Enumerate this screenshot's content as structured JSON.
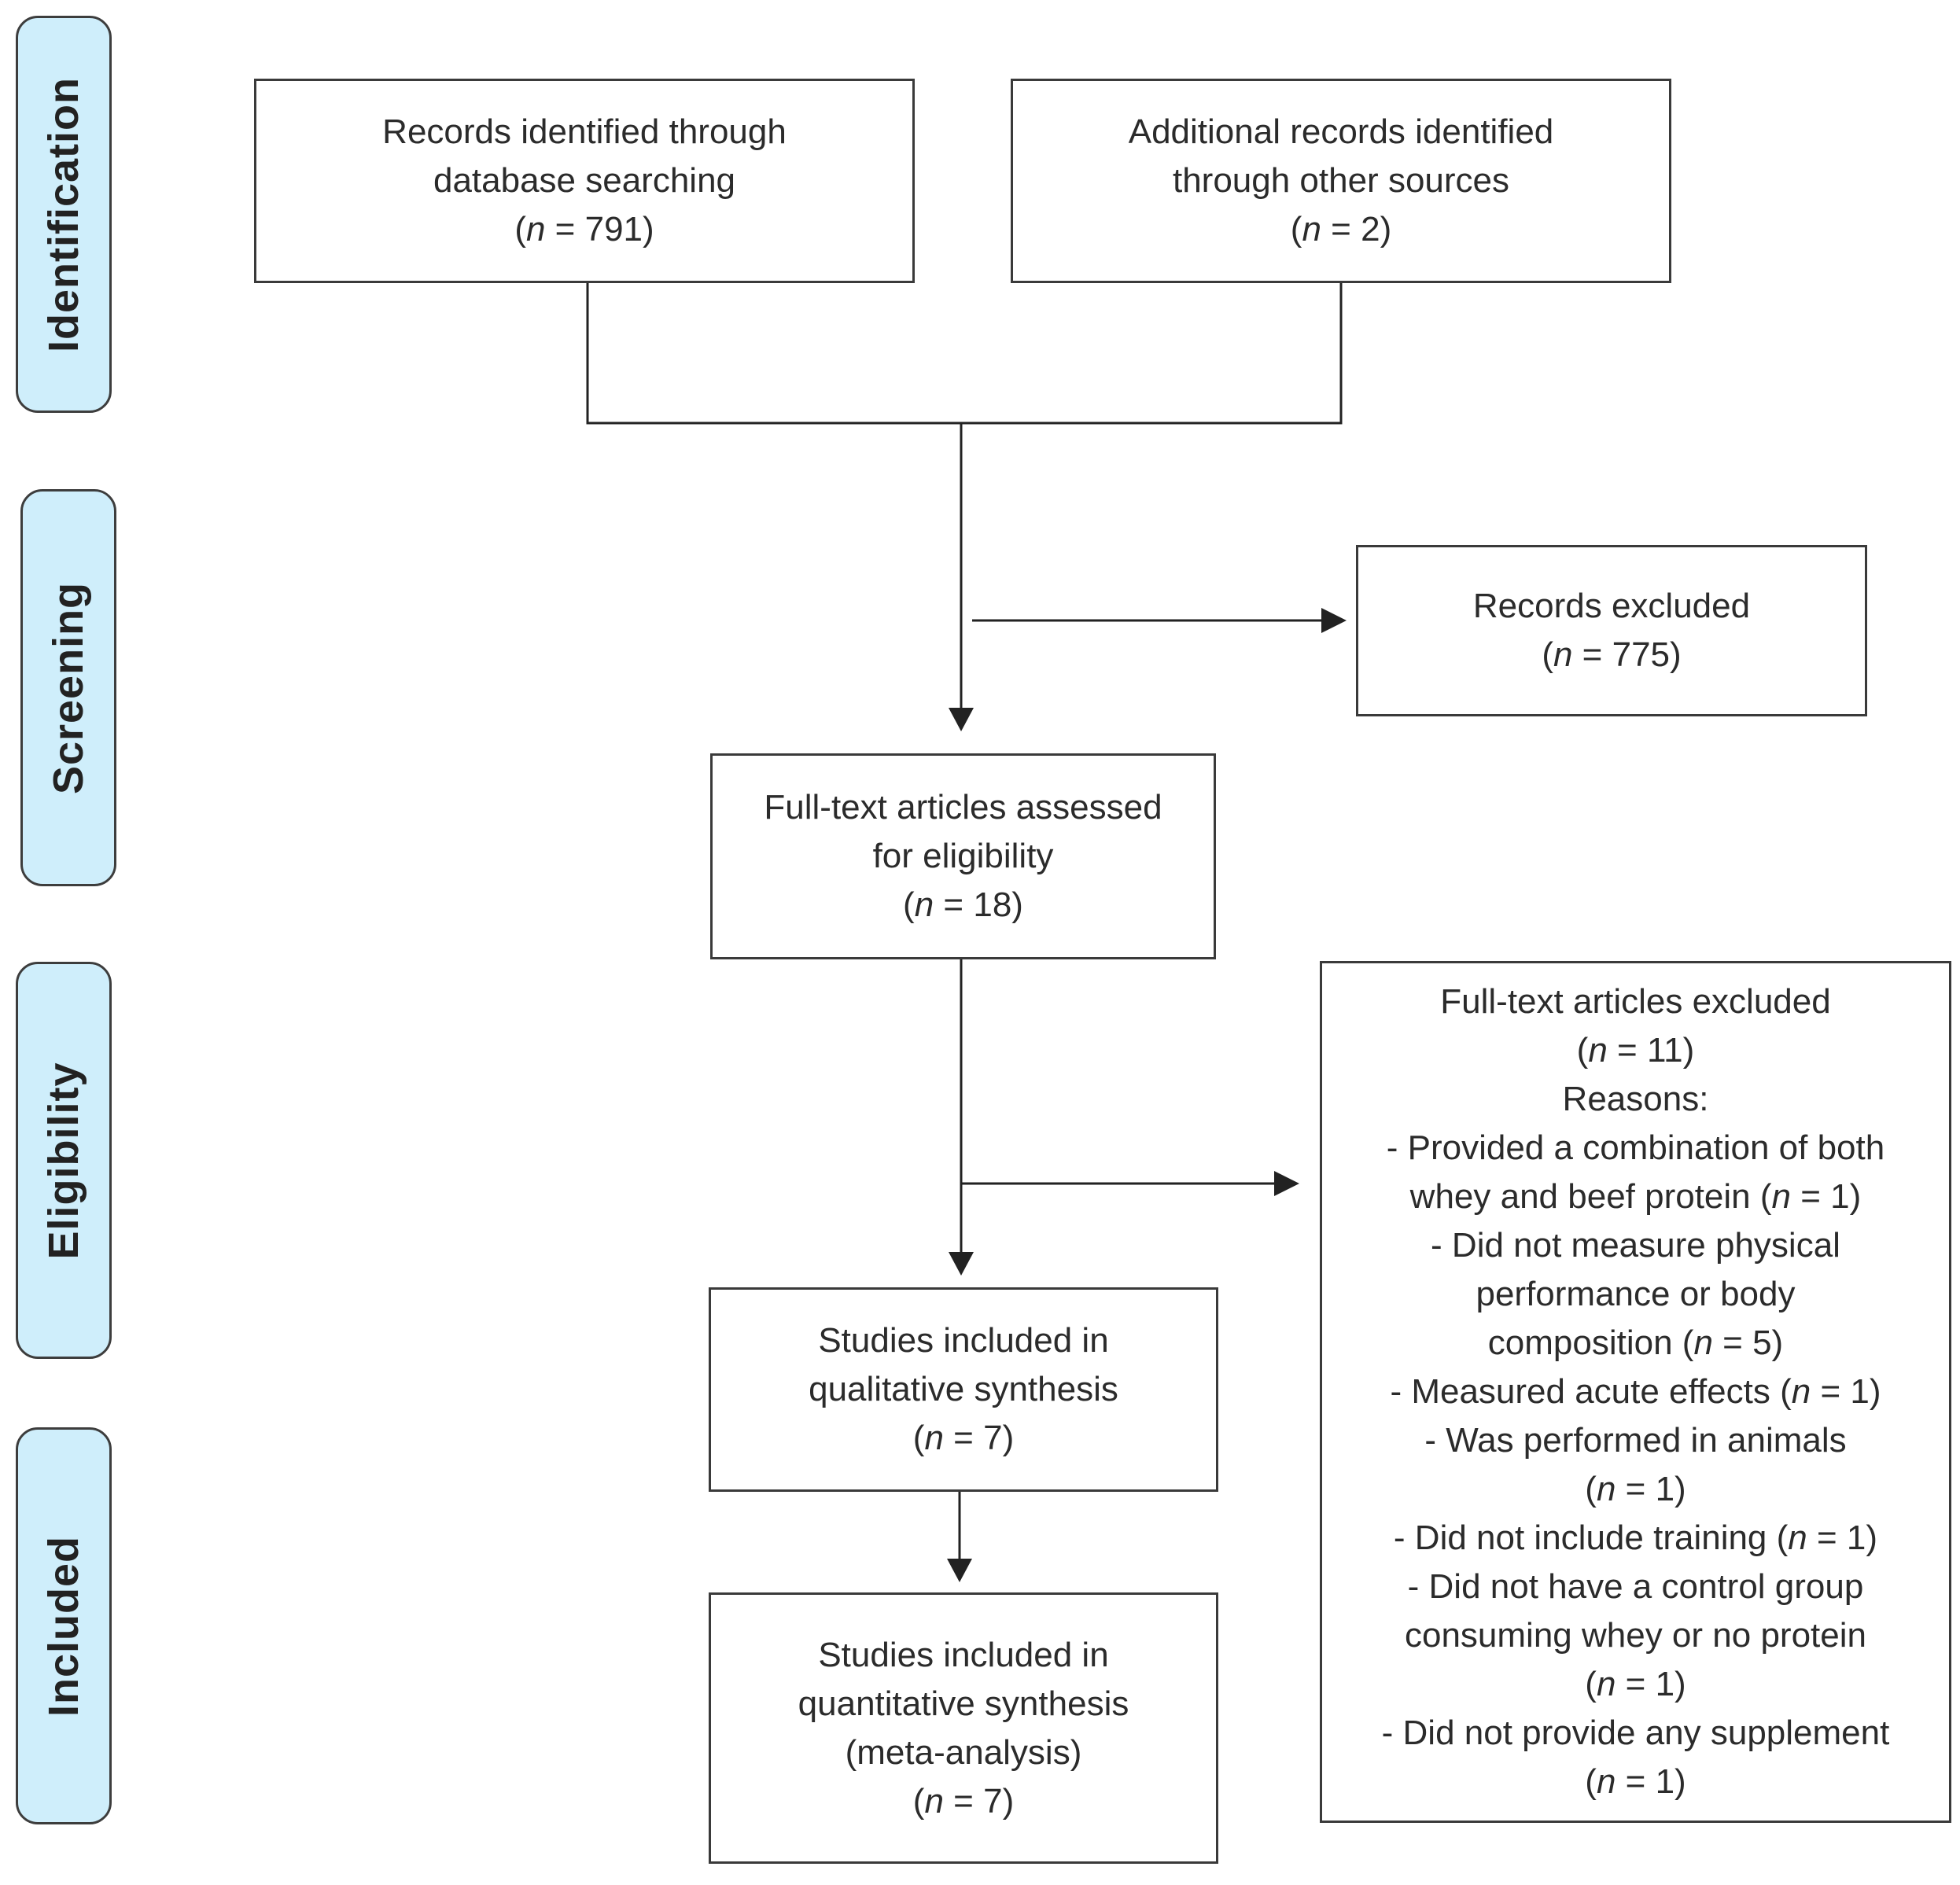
{
  "phases": [
    {
      "label": "Identification"
    },
    {
      "label": "Screening"
    },
    {
      "label": "Eligibility"
    },
    {
      "label": "Included"
    }
  ],
  "boxes": {
    "database_records": {
      "lines": [
        "Records identified through",
        "database searching"
      ],
      "n_label": "n",
      "n_value": "791"
    },
    "other_sources": {
      "lines": [
        "Additional records identified",
        "through other sources"
      ],
      "n_label": "n",
      "n_value": "2"
    },
    "records_excluded": {
      "lines": [
        "Records excluded"
      ],
      "n_label": "n",
      "n_value": "775"
    },
    "fulltext_assessed": {
      "lines": [
        "Full-text articles assessed",
        "for eligibility"
      ],
      "n_label": "n",
      "n_value": "18"
    },
    "qualitative": {
      "lines": [
        "Studies included in",
        "qualitative synthesis"
      ],
      "n_label": "n",
      "n_value": "7"
    },
    "quantitative": {
      "lines": [
        "Studies included in",
        "quantitative synthesis",
        "(meta-analysis)"
      ],
      "n_label": "n",
      "n_value": "7"
    },
    "fulltext_excluded": {
      "lines": [
        {
          "pre": "Full-text articles excluded",
          "n": "",
          "post": ""
        },
        {
          "pre": "(",
          "n": "n",
          "post": " = 11)"
        },
        {
          "pre": "Reasons:",
          "n": "",
          "post": ""
        },
        {
          "pre": "- Provided a combination of both",
          "n": "",
          "post": ""
        },
        {
          "pre": "whey and beef protein (",
          "n": "n",
          "post": " = 1)"
        },
        {
          "pre": "- Did not measure physical",
          "n": "",
          "post": ""
        },
        {
          "pre": "performance or body",
          "n": "",
          "post": ""
        },
        {
          "pre": "composition (",
          "n": "n",
          "post": " = 5)"
        },
        {
          "pre": "- Measured acute effects (",
          "n": "n",
          "post": " = 1)"
        },
        {
          "pre": "- Was performed in animals",
          "n": "",
          "post": ""
        },
        {
          "pre": "(",
          "n": "n",
          "post": " = 1)"
        },
        {
          "pre": "- Did not include training (",
          "n": "n",
          "post": " = 1)"
        },
        {
          "pre": "- Did not have a control group",
          "n": "",
          "post": ""
        },
        {
          "pre": "consuming whey or no protein",
          "n": "",
          "post": ""
        },
        {
          "pre": "(",
          "n": "n",
          "post": " = 1)"
        },
        {
          "pre": "- Did not provide any supplement",
          "n": "",
          "post": ""
        },
        {
          "pre": "(",
          "n": "n",
          "post": " = 1)"
        }
      ]
    }
  },
  "colors": {
    "phase_fill": "#cfeefb",
    "border": "#3a3a3a",
    "text": "#2b2b2b"
  }
}
